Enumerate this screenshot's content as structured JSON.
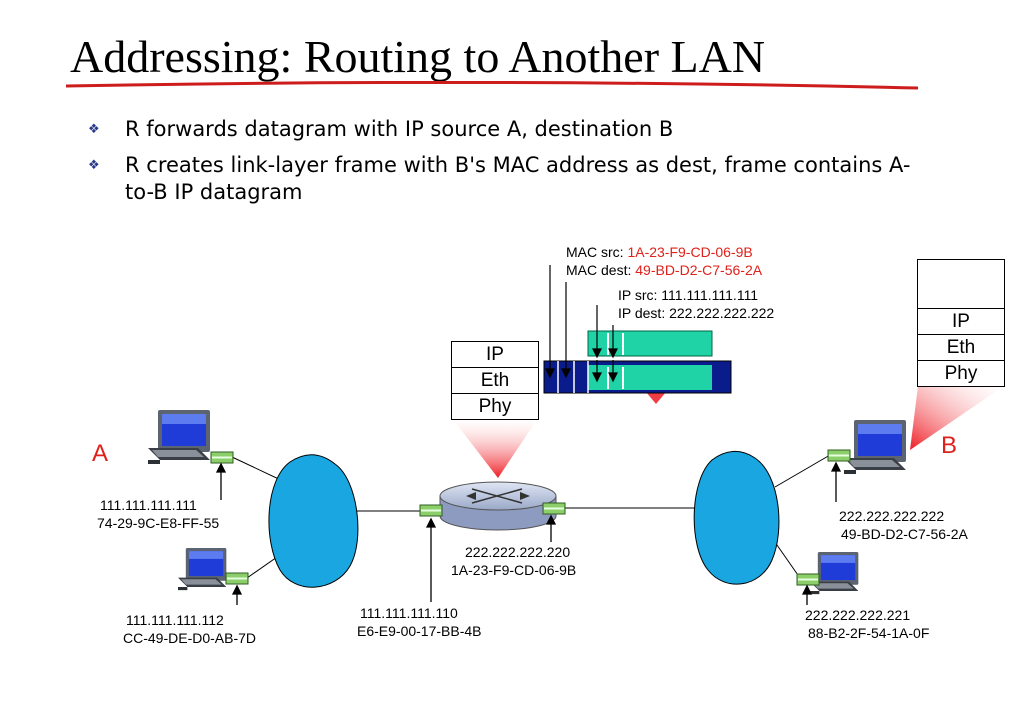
{
  "slide": {
    "title": "Addressing: Routing to Another LAN",
    "bullets": [
      "R forwards datagram with IP source A, destination B",
      "R creates link-layer frame with B's MAC address as dest, frame contains A-to-B IP datagram"
    ]
  },
  "frame": {
    "mac_src_label": "MAC src: ",
    "mac_src_value": "1A-23-F9-CD-06-9B",
    "mac_dest_label": "MAC dest: ",
    "mac_dest_value": "49-BD-D2-C7-56-2A",
    "ip_src": "IP src: 111.111.111.111",
    "ip_dest": "IP dest: 222.222.222.222"
  },
  "router_stack": [
    "IP",
    "Eth",
    "Phy"
  ],
  "host_b_stack": [
    "IP",
    "Eth",
    "Phy"
  ],
  "nodes": {
    "a": "A",
    "b": "B"
  },
  "hosts": {
    "a": {
      "ip": "111.111.111.111",
      "mac": "74-29-9C-E8-FF-55"
    },
    "a2": {
      "ip": "111.111.111.112",
      "mac": "CC-49-DE-D0-AB-7D"
    },
    "b": {
      "ip": "222.222.222.222",
      "mac": "49-BD-D2-C7-56-2A"
    },
    "b2": {
      "ip": "222.222.222.221",
      "mac": "88-B2-2F-54-1A-0F"
    }
  },
  "router": {
    "left": {
      "ip": "111.111.111.110",
      "mac": "E6-E9-00-17-BB-4B"
    },
    "right": {
      "ip": "222.222.222.220",
      "mac": "1A-23-F9-CD-06-9B"
    }
  },
  "colors": {
    "accent_red": "#e0201a",
    "cloud": "#1aa6e0",
    "frame_blue": "#0a1c8c",
    "datagram_green": "#1fd3a6",
    "nic_green": "#8ccf6a"
  },
  "icons": [
    "computer-icon",
    "router-icon",
    "network-cloud-icon",
    "nic-icon"
  ]
}
